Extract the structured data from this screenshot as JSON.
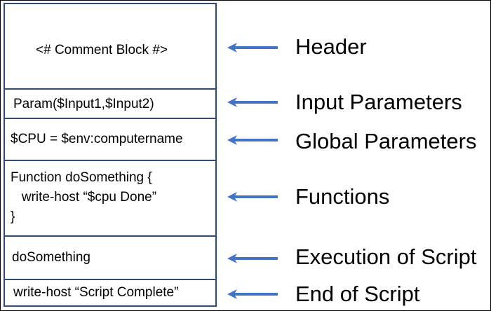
{
  "rows": [
    {
      "code_lines": [
        "<# Comment Block #>"
      ],
      "label": "Header"
    },
    {
      "code_lines": [
        "Param($Input1,$Input2)"
      ],
      "label": "Input Parameters"
    },
    {
      "code_lines": [
        "$CPU = $env:computername"
      ],
      "label": "Global Parameters"
    },
    {
      "code_lines": [
        "Function doSomething {",
        "   write-host “$cpu Done”",
        "}"
      ],
      "label": "Functions"
    },
    {
      "code_lines": [
        "doSomething"
      ],
      "label": "Execution of Script"
    },
    {
      "code_lines": [
        "write-host “Script Complete”"
      ],
      "label": "End of Script"
    }
  ],
  "colors": {
    "arrow": "#4472c4",
    "box_border": "#2f4a74"
  }
}
